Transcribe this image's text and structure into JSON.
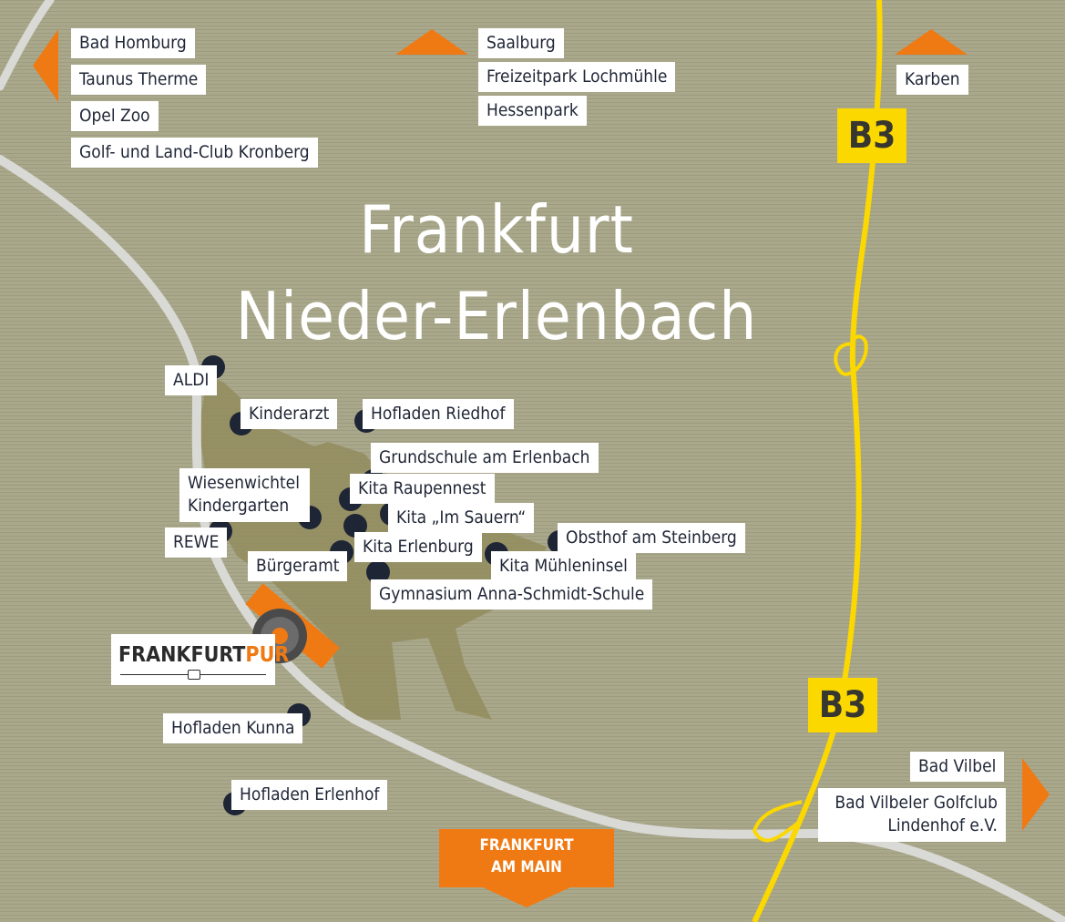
{
  "title": {
    "line1": "Frankfurt",
    "line2": "Nieder-Erlenbach"
  },
  "road_label": "B3",
  "destination": {
    "line1": "FRANKFURT",
    "line2": "AM MAIN"
  },
  "logo": {
    "part1": "FRANKFURT",
    "part2": "PUR"
  },
  "colors": {
    "background": "#a9a78a",
    "district": "#938c5e",
    "accent_orange": "#ef7a14",
    "b3_yellow": "#fbd800",
    "marker_navy": "#1e2535",
    "road_light": "#d9d9d6"
  },
  "labels": {
    "bad_homburg": "Bad Homburg",
    "taunus_therme": "Taunus Therme",
    "opel_zoo": "Opel Zoo",
    "golf_kronberg": "Golf- und Land-Club Kronberg",
    "saalburg": "Saalburg",
    "lochmuehle": "Freizeitpark Lochmühle",
    "hessenpark": "Hessenpark",
    "karben": "Karben",
    "aldi": "ALDI",
    "kinderarzt": "Kinderarzt",
    "hofladen_riedhof": "Hofladen Riedhof",
    "grundschule": "Grundschule am Erlenbach",
    "wiesenwichtel": "Wiesenwichtel\nKindergarten",
    "kita_raupennest": "Kita Raupennest",
    "kita_sauern": "Kita „Im Sauern“",
    "rewe": "REWE",
    "obsthof": "Obsthof am Steinberg",
    "kita_erlenburg": "Kita Erlenburg",
    "buergeramt": "Bürgeramt",
    "kita_muehleninsel": "Kita Mühleninsel",
    "gymnasium": "Gymnasium Anna-Schmidt-Schule",
    "hofladen_kunna": "Hofladen Kunna",
    "hofladen_erlenhof": "Hofladen Erlenhof",
    "bad_vilbel": "Bad Vilbel",
    "golfclub_lindenhof": "Bad Vilbeler Golfclub\nLindenhof e.V."
  },
  "icons": [
    "arrow-left-icon",
    "arrow-up-icon",
    "arrow-right-icon",
    "location-marker-icon",
    "target-marker-icon"
  ]
}
